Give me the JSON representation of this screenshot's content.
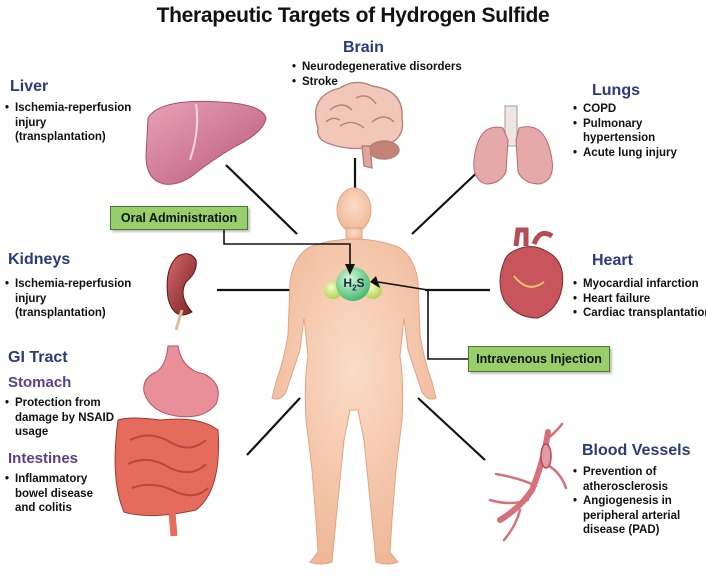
{
  "title": "Therapeutic Targets of Hydrogen Sulfide",
  "brain": {
    "heading": "Brain",
    "items": [
      "Neurodegenerative disorders",
      "Stroke"
    ]
  },
  "liver": {
    "heading": "Liver",
    "items": [
      "Ischemia-reperfusion injury (transplantation)"
    ]
  },
  "lungs": {
    "heading": "Lungs",
    "items": [
      "COPD",
      "Pulmonary hypertension",
      "Acute lung injury"
    ]
  },
  "kidneys": {
    "heading": "Kidneys",
    "items": [
      "Ischemia-reperfusion injury (transplantation)"
    ]
  },
  "heart": {
    "heading": "Heart",
    "items": [
      "Myocardial infarction",
      "Heart failure",
      "Cardiac transplantation"
    ]
  },
  "gi": {
    "heading": "GI Tract",
    "stomach": {
      "heading": "Stomach",
      "items": [
        "Protection from damage by NSAID usage"
      ]
    },
    "intestines": {
      "heading": "Intestines",
      "items": [
        "Inflammatory bowel disease and colitis"
      ]
    }
  },
  "vessels": {
    "heading": "Blood Vessels",
    "items": [
      "Prevention of atherosclerosis",
      "Angiogenesis in peripheral arterial disease (PAD)"
    ]
  },
  "oral": "Oral Administration",
  "iv": "Intravenous Injection",
  "molecule": {
    "main": "H",
    "sub": "2",
    "end": "S"
  },
  "colors": {
    "heading": "#2b3a7a",
    "subheading": "#5b3f8c",
    "box": "#98cf6a",
    "skin": "#f4c4a6",
    "organ": "#d97a96"
  }
}
